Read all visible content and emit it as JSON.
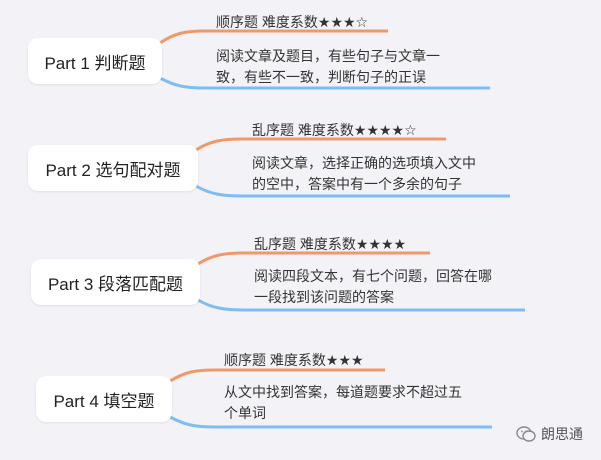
{
  "parts": [
    {
      "title": "Part 1 判断题",
      "tag": "顺序题 难度系数★★★☆",
      "desc": [
        "阅读文章及题目，有些句子与文章一",
        "致，有些不一致，判断句子的正误"
      ]
    },
    {
      "title": "Part 2 选句配对题",
      "tag": "乱序题 难度系数★★★★☆",
      "desc": [
        "阅读文章，选择正确的选项填入文中",
        "的空中，答案中有一个多余的句子"
      ]
    },
    {
      "title": "Part 3 段落匹配题",
      "tag": "乱序题 难度系数★★★★",
      "desc": [
        "阅读四段文本，有七个问题，回答在哪",
        "一段找到该问题的答案"
      ]
    },
    {
      "title": "Part 4 填空题",
      "tag": "顺序题 难度系数★★★",
      "desc": [
        "从文中找到答案，每道题要求不超过五",
        "个单词"
      ]
    }
  ],
  "watermark": "朗思通",
  "colors": {
    "orange": "#ee9a68",
    "blue": "#7cbdf3",
    "background": "#f3f2f7"
  }
}
